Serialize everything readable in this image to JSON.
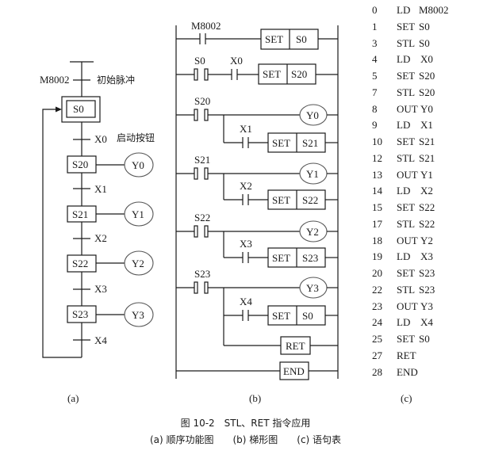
{
  "sfc": {
    "label": "(a)",
    "init_condition": "M8002",
    "init_condition_note": "初始脉冲",
    "initial_step": "S0",
    "start_note": "启动按钮",
    "transitions": [
      "X0",
      "X1",
      "X2",
      "X3",
      "X4"
    ],
    "steps": [
      {
        "name": "S20",
        "output": "Y0"
      },
      {
        "name": "S21",
        "output": "Y1"
      },
      {
        "name": "S22",
        "output": "Y2"
      },
      {
        "name": "S23",
        "output": "Y3"
      }
    ]
  },
  "ladder": {
    "label": "(b)",
    "rung1": {
      "contact": "M8002",
      "instr": "SET",
      "operand": "S0"
    },
    "rung2": {
      "stl": "S0",
      "contact": "X0",
      "instr": "SET",
      "operand": "S20"
    },
    "blocks": [
      {
        "stl": "S20",
        "coil": "Y0",
        "contact": "X1",
        "instr": "SET",
        "operand": "S21"
      },
      {
        "stl": "S21",
        "coil": "Y1",
        "contact": "X2",
        "instr": "SET",
        "operand": "S22"
      },
      {
        "stl": "S22",
        "coil": "Y2",
        "contact": "X3",
        "instr": "SET",
        "operand": "S23"
      },
      {
        "stl": "S23",
        "coil": "Y3",
        "contact": "X4",
        "instr": "SET",
        "operand": "S0"
      }
    ],
    "ret": "RET",
    "end": "END"
  },
  "statement_list": {
    "label": "(c)",
    "rows": [
      {
        "step": "0",
        "op": "LD",
        "operand": "M8002"
      },
      {
        "step": "1",
        "op": "SET",
        "operand": "S0"
      },
      {
        "step": "3",
        "op": "STL",
        "operand": "S0"
      },
      {
        "step": "4",
        "op": "LD",
        "operand": "X0"
      },
      {
        "step": "5",
        "op": "SET",
        "operand": "S20"
      },
      {
        "step": "7",
        "op": "STL",
        "operand": "S20"
      },
      {
        "step": "8",
        "op": "OUT",
        "operand": "Y0"
      },
      {
        "step": "9",
        "op": "LD",
        "operand": "X1"
      },
      {
        "step": "10",
        "op": "SET",
        "operand": "S21"
      },
      {
        "step": "12",
        "op": "STL",
        "operand": "S21"
      },
      {
        "step": "13",
        "op": "OUT",
        "operand": "Y1"
      },
      {
        "step": "14",
        "op": "LD",
        "operand": "X2"
      },
      {
        "step": "15",
        "op": "SET",
        "operand": "S22"
      },
      {
        "step": "17",
        "op": "STL",
        "operand": "S22"
      },
      {
        "step": "18",
        "op": "OUT",
        "operand": "Y2"
      },
      {
        "step": "19",
        "op": "LD",
        "operand": "X3"
      },
      {
        "step": "20",
        "op": "SET",
        "operand": "S23"
      },
      {
        "step": "22",
        "op": "STL",
        "operand": "S23"
      },
      {
        "step": "23",
        "op": "OUT",
        "operand": "Y3"
      },
      {
        "step": "24",
        "op": "LD",
        "operand": "X4"
      },
      {
        "step": "25",
        "op": "SET",
        "operand": "S0"
      },
      {
        "step": "27",
        "op": "RET",
        "operand": ""
      },
      {
        "step": "28",
        "op": "END",
        "operand": ""
      }
    ]
  },
  "caption": {
    "title": "图 10-2　STL、RET 指令应用",
    "subtitle": "(a) 顺序功能图　　(b) 梯形图　　(c) 语句表"
  }
}
